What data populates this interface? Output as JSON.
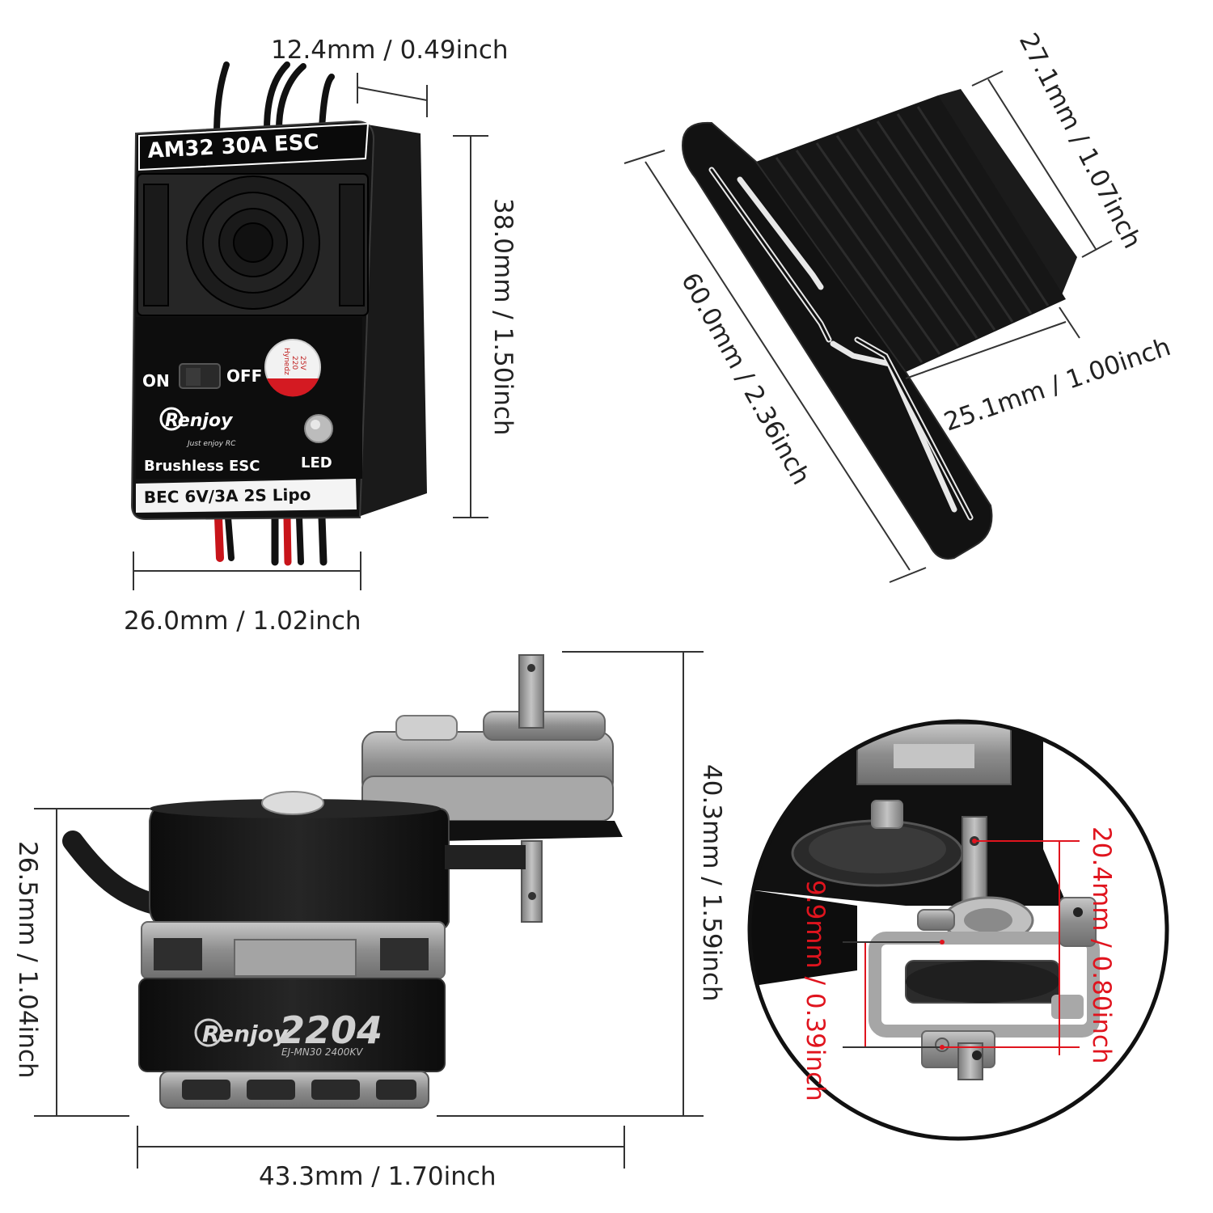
{
  "dimensions": {
    "esc_thickness": "12.4mm / 0.49inch",
    "esc_height": "38.0mm / 1.50inch",
    "esc_width": "26.0mm / 1.02inch",
    "mount_depth": "27.1mm / 1.07inch",
    "mount_length": "60.0mm / 2.36inch",
    "mount_width": "25.1mm / 1.00inch",
    "motor_gearbox_height": "40.3mm / 1.59inch",
    "motor_height": "26.5mm / 1.04inch",
    "motor_gearbox_width": "43.3mm / 1.70inch",
    "shaft_spacing_large": "20.4mm / 0.80inch",
    "shaft_spacing_small": "9.9mm / 0.39inch"
  },
  "esc": {
    "title": "AM32 30A ESC",
    "switch_on": "ON",
    "switch_off": "OFF",
    "capacitor_brand": "Hynedz",
    "capacitor_value": "220",
    "capacitor_voltage": "25V",
    "brand": "Renjoy",
    "tagline": "Just enjoy RC",
    "type": "Brushless ESC",
    "led": "LED",
    "spec": "BEC 6V/3A  2S Lipo"
  },
  "motor": {
    "brand": "Renjoy",
    "model": "2204",
    "sub_label": "EJ-MN30 2400KV"
  },
  "colors": {
    "dimension_line": "#333333",
    "accent_red": "#e0141e",
    "body_black": "#141414",
    "metal_gray": "#9a9a9a"
  }
}
